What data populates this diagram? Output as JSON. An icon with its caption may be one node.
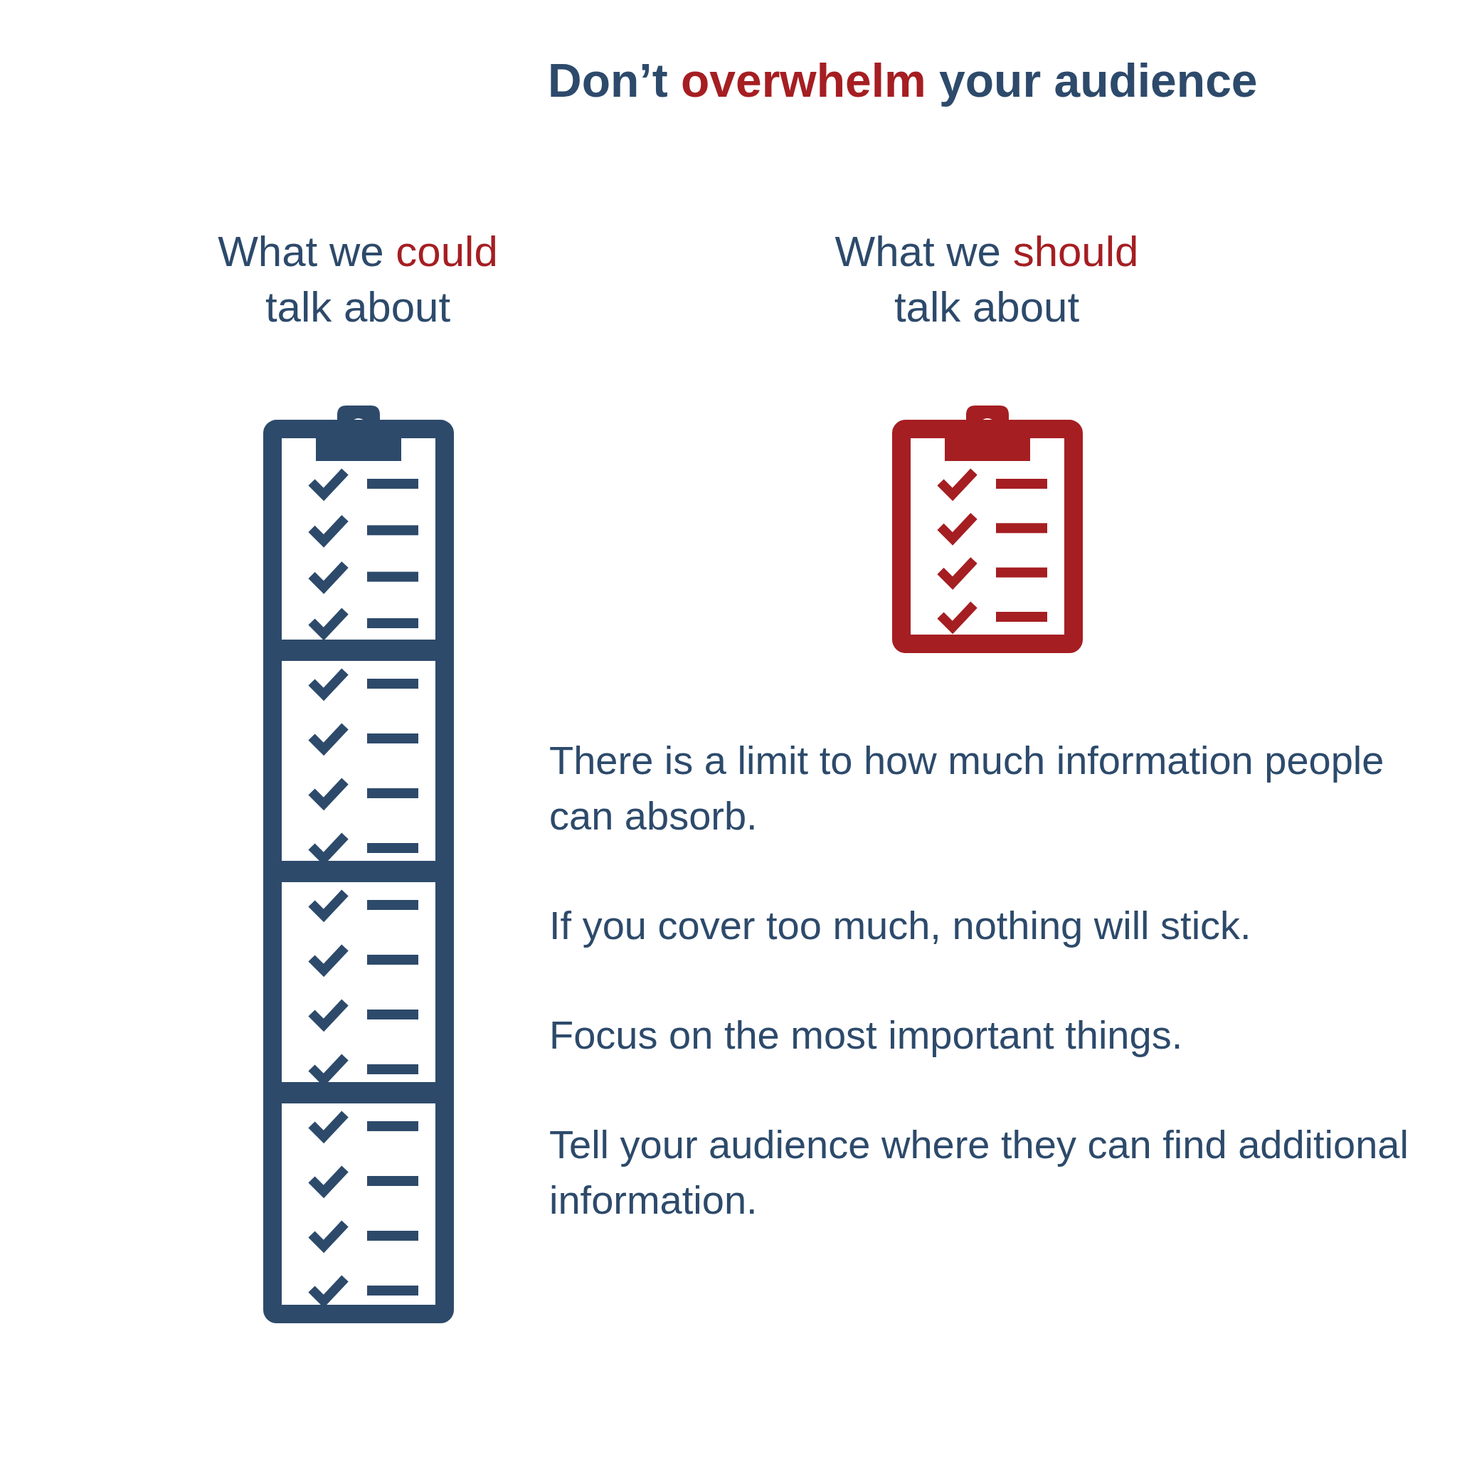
{
  "diagram": {
    "title": "Don’t **overwhelm** your audience",
    "labels": [
      "What we **could** talk about",
      "What we **should** talk about",
      "There is a limit to how much information people can absorb.",
      "If you cover too much, nothing will stick.",
      "Focus on the most important things.",
      "Tell your audience where they can find additional information."
    ]
  }
}
